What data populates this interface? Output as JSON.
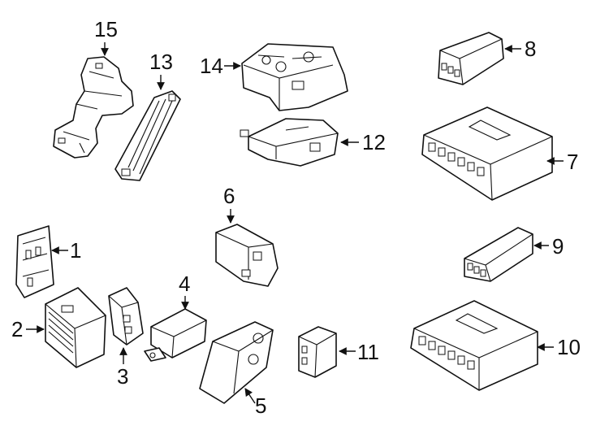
{
  "diagram": {
    "colors": {
      "line": "#111111",
      "background": "#ffffff"
    },
    "callouts": [
      "1",
      "2",
      "3",
      "4",
      "5",
      "6",
      "7",
      "8",
      "9",
      "10",
      "11",
      "12",
      "13",
      "14",
      "15"
    ]
  }
}
